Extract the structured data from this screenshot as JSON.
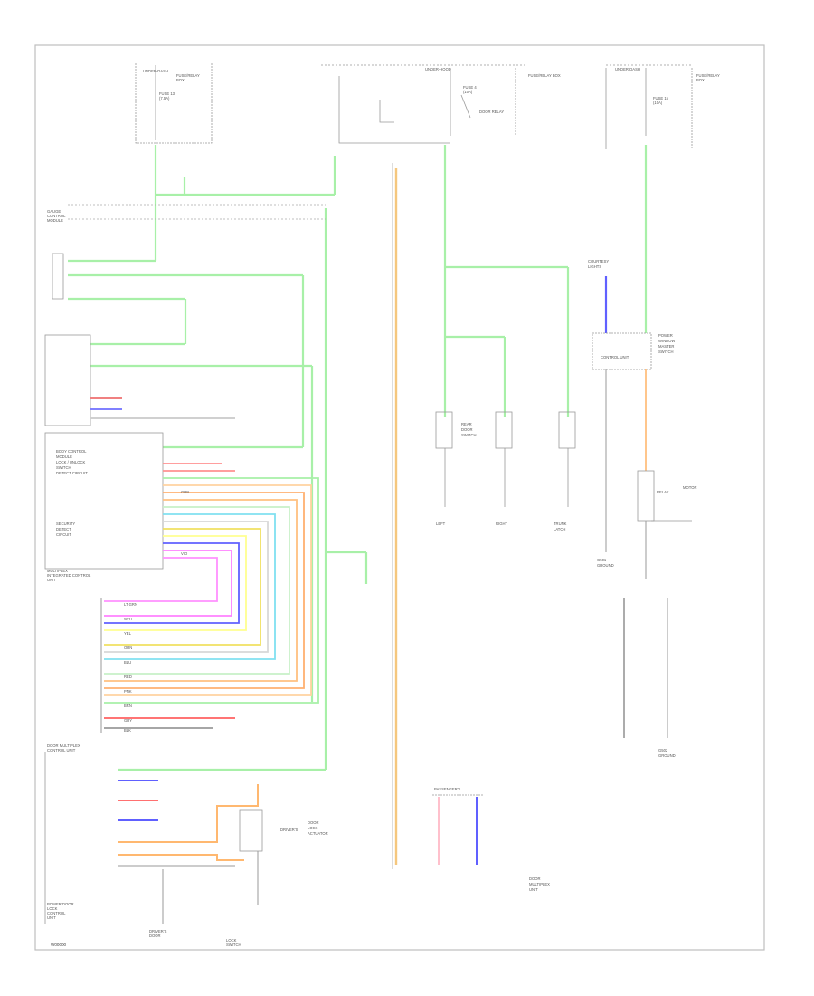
{
  "diagram": {
    "page_id": "W00000",
    "blocks": {
      "fuse_box_top_left": [
        "UNDER-DASH",
        "FUSE/RELAY",
        "BOX",
        "FUSE 13",
        "(7.5A)"
      ],
      "fuse_box_top_center": [
        "UNDER-HOOD",
        "FUSE/RELAY BOX",
        "FUSE 4",
        "(10A)",
        "DOOR RELAY"
      ],
      "fuse_box_top_right": [
        "UNDER-DASH",
        "FUSE/RELAY",
        "BOX",
        "FUSE 15",
        "(10A)"
      ],
      "ecu_left": [
        "GAUGE",
        "CONTROL",
        "MODULE"
      ],
      "body_control_upper": [
        "BODY CONTROL",
        "MODULE",
        "LOCK / UNLOCK",
        "SWITCH",
        "DETECT CIRCUIT"
      ],
      "body_control_lower": [
        "SECURITY",
        "DETECT",
        "CIRCUIT"
      ],
      "multiplex_unit": [
        "MULTIPLEX",
        "INTEGRATED CONTROL",
        "UNIT"
      ],
      "door_lock_unit": [
        "POWER DOOR",
        "LOCK",
        "CONTROL",
        "UNIT"
      ],
      "driver_door": [
        "DRIVER'S",
        "DOOR",
        "LOCK",
        "ACTUATOR"
      ],
      "driver_switch": [
        "DRIVER'S",
        "DOOR",
        "LOCK",
        "SWITCH"
      ],
      "rear_switches": [
        "REAR",
        "DOOR",
        "SWITCH",
        "LEFT",
        "RIGHT",
        "TRUNK",
        "LATCH"
      ],
      "right_unit": [
        "POWER",
        "WINDOW",
        "MASTER",
        "SWITCH",
        "CONTROL UNIT",
        "RELAY",
        "MOTOR"
      ],
      "right_ground": [
        "G501",
        "GROUND",
        "G502",
        "GROUND"
      ],
      "courtesy": [
        "COURTESY",
        "LIGHTS"
      ],
      "door_multiplex": [
        "DOOR MULTIPLEX",
        "CONTROL UNIT"
      ],
      "bottom_center": [
        "PASSENGER'S",
        "DOOR",
        "MULTIPLEX",
        "UNIT"
      ],
      "wire_colors": [
        "LT GRN",
        "WHT",
        "YEL",
        "ORN",
        "BLU",
        "RED",
        "PNK",
        "BRN",
        "GRY",
        "BLK",
        "GRN",
        "VIO"
      ]
    }
  }
}
